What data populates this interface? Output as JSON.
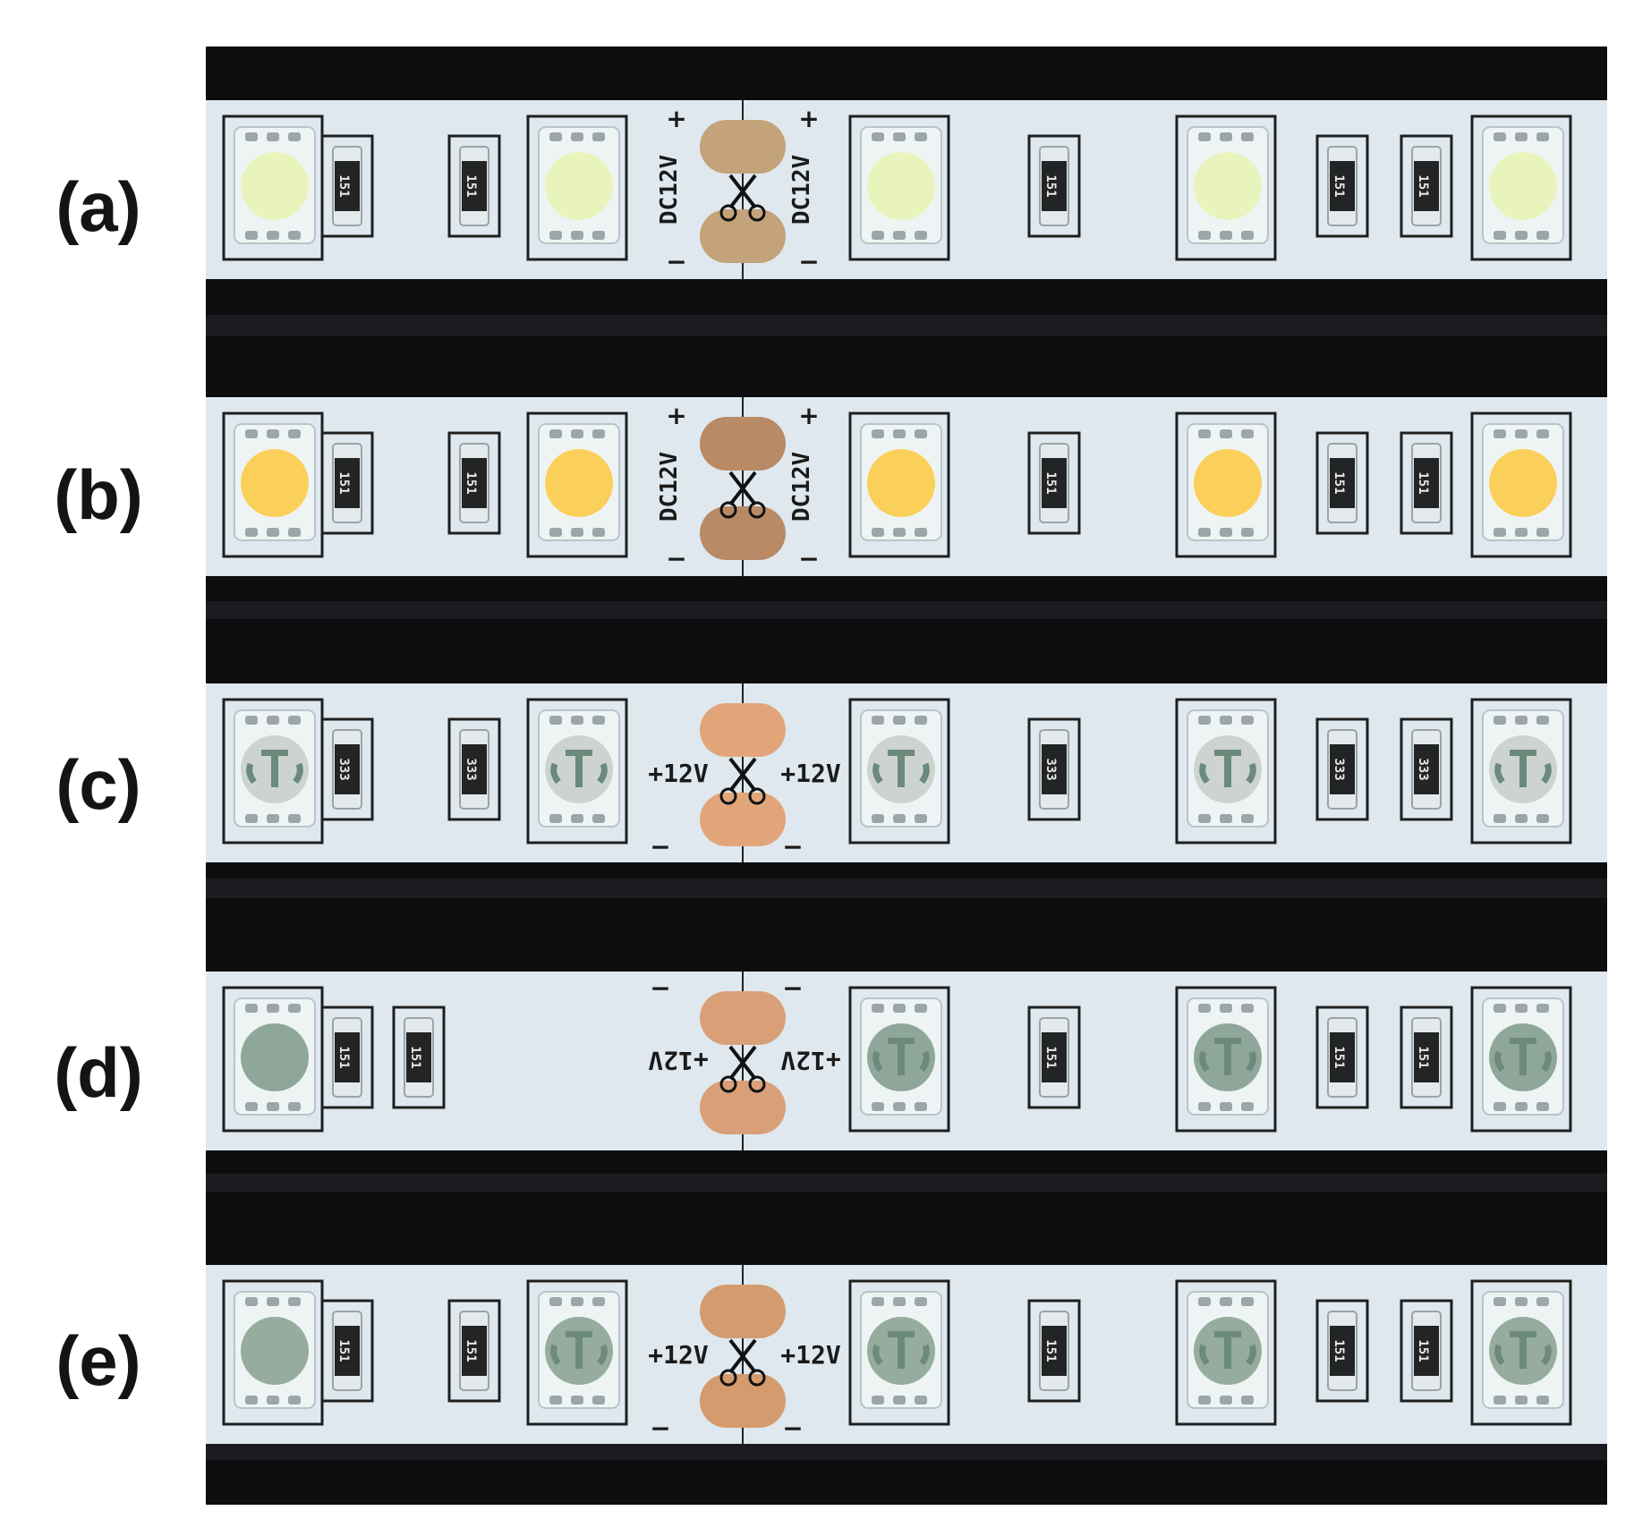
{
  "figure": {
    "panels": [
      {
        "label": "(a)",
        "voltage_text": "DC12V",
        "plus": "+",
        "minus": "−",
        "resistor_code": "151",
        "led_color": "#e9f4bd",
        "pad_color": "#c4a27a",
        "voltage_style": "vertical"
      },
      {
        "label": "(b)",
        "voltage_text": "DC12V",
        "plus": "+",
        "minus": "−",
        "resistor_code": "151",
        "led_color": "#fbd05a",
        "pad_color": "#b98a66",
        "voltage_style": "vertical"
      },
      {
        "label": "(c)",
        "voltage_text": "+12V",
        "plus": "+",
        "minus": "−",
        "resistor_code": "333",
        "led_color": "#cdd3d0",
        "pad_color": "#e2a57a",
        "voltage_style": "horizontal"
      },
      {
        "label": "(d)",
        "voltage_text": "+12V",
        "plus": "+",
        "minus": "−",
        "resistor_code": "151",
        "led_color": "#8fa79a",
        "pad_color": "#d99f78",
        "voltage_style": "mirrored"
      },
      {
        "label": "(e)",
        "voltage_text": "+12V",
        "plus": "+",
        "minus": "−",
        "resistor_code": "151",
        "led_color": "#95ac9e",
        "pad_color": "#d49b6e",
        "voltage_style": "horizontal"
      }
    ],
    "colors": {
      "background": "#0d0d10",
      "strip": "#dfe8ee",
      "outline": "#1f1f1f",
      "resistor_body": "#222426"
    }
  }
}
